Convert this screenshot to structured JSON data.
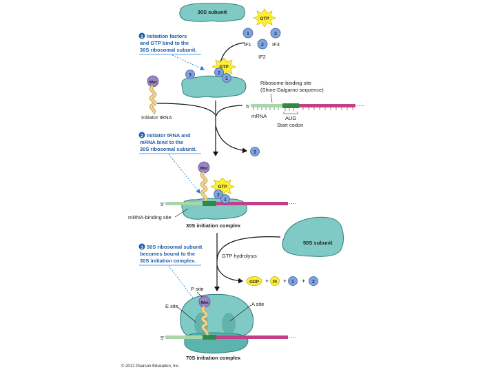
{
  "steps": [
    {
      "num": "1",
      "lines": [
        "Initiation factors",
        "and GTP bind to the",
        "30S ribosomal subunit."
      ]
    },
    {
      "num": "2",
      "lines": [
        "Initiator tRNA and",
        "mRNA bind to the",
        "30S ribosomal subunit."
      ]
    },
    {
      "num": "3",
      "lines": [
        "50S ribosomal subunit",
        "becomes bound to the",
        "30S initiation complex."
      ]
    }
  ],
  "labels": {
    "subunit_30s": "30S subunit",
    "subunit_50s": "50S subunit",
    "gtp": "GTP",
    "if1": "IF1",
    "if2": "IF2",
    "if3": "IF3",
    "n1": "1",
    "n2": "2",
    "n3": "3",
    "fmet": "fMet",
    "initiator_trna": "Initiator tRNA",
    "rbs_line1": "Ribosome-binding site",
    "rbs_line2": "(Shine-Dalgarno sequence)",
    "mrna": "mRNA",
    "five_prime": "5'",
    "aug": "AUG",
    "start_codon": "Start codon",
    "mrna_binding_site": "mRNA-binding site",
    "complex_30s": "30S initiation complex",
    "gtp_hydrolysis": "GTP hydrolysis",
    "gdp": "GDP",
    "pi": "Pi",
    "plus": "+",
    "p_site": "P site",
    "e_site": "E site",
    "a_site": "A site",
    "complex_70s": "70S initiation complex",
    "copyright": "© 2012 Pearson Education, Inc."
  },
  "colors": {
    "ribosome": "#7fcac4",
    "ribosome_dark": "#5bb5ae",
    "factor": "#7fa4dd",
    "gtp": "#ffee33",
    "mrna_green": "#6bb07a",
    "mrna_magenta": "#c2408a",
    "trna": "#e6c27a",
    "fmet": "#9a85c8",
    "step_text": "#1f5fa8"
  }
}
